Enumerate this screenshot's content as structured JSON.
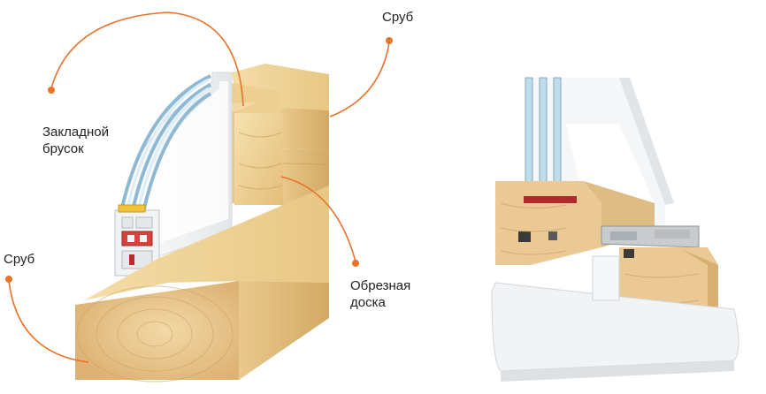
{
  "labels": {
    "srub_top": "Сруб",
    "zaklad_line1": "Закладной",
    "zaklad_line2": "брусок",
    "srub_left": "Сруб",
    "obrez_line1": "Обрезная",
    "obrez_line2": "доска"
  },
  "colors": {
    "leader": "#E8732A",
    "wood_light": "#F2D9A0",
    "wood_mid": "#E5C07E",
    "wood_dark": "#C9A061",
    "pvc": "#F4F5F6",
    "glass": "#BFDCEB",
    "gasket": "#C0262B"
  }
}
